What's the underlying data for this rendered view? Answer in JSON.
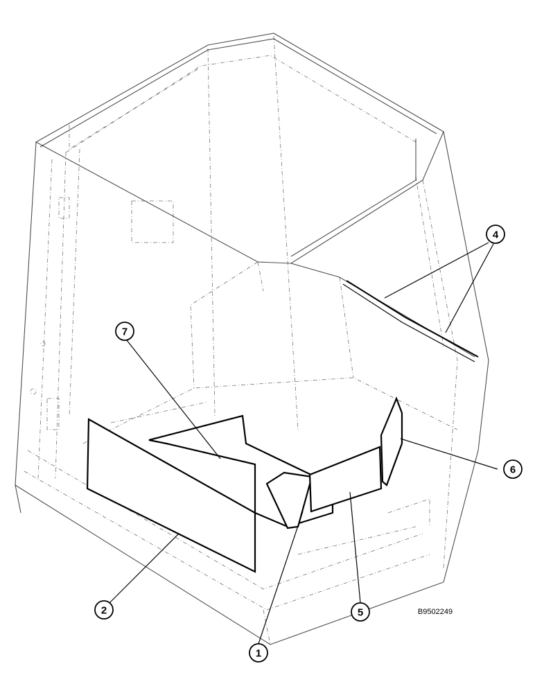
{
  "figure": {
    "drawing_code": "B9502249",
    "callouts": [
      {
        "label": "1"
      },
      {
        "label": "2"
      },
      {
        "label": "4"
      },
      {
        "label": "5"
      },
      {
        "label": "6"
      },
      {
        "label": "7"
      }
    ]
  }
}
